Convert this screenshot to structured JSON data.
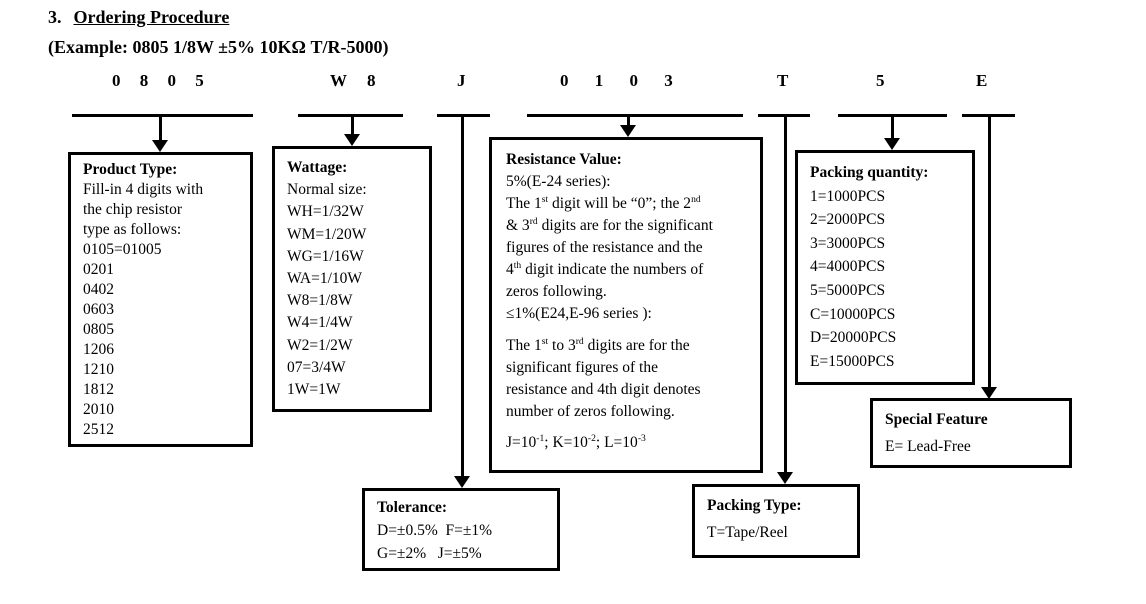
{
  "page": {
    "title_number": "3.",
    "title": "Ordering Procedure",
    "example": "(Example: 0805 1/8W ±5% 10KΩ T/R-5000)"
  },
  "code_segments": {
    "product": "0 8 0 5",
    "wattage": "W 8",
    "tolerance": "J",
    "resistance": "0 1 0 3",
    "packing_type": "T",
    "packing_quantity": "5",
    "special_feature": "E"
  },
  "boxes": {
    "product_type": {
      "title": "Product Type:",
      "lines": [
        "Fill-in 4 digits with",
        "the chip resistor",
        "type as follows:",
        "0105=01005",
        "0201",
        "0402",
        "0603",
        "0805",
        "1206",
        "1210",
        "1812",
        "2010",
        "2512"
      ]
    },
    "wattage": {
      "title": "Wattage:",
      "lines": [
        "Normal size:",
        "WH=1/32W",
        "WM=1/20W",
        "WG=1/16W",
        "WA=1/10W",
        "W8=1/8W",
        "W4=1/4W",
        "W2=1/2W",
        "07=3/4W",
        "1W=1W"
      ]
    },
    "resistance_value": {
      "title": "Resistance Value:",
      "para1": [
        "5%(E-24 series):",
        "The 1^{st} digit will be “0”; the 2^{nd}",
        "& 3^{rd} digits are for the significant",
        "figures of the resistance and the",
        "4^{th} digit indicate the numbers of",
        "zeros following.",
        "≤1%(E24,E-96 series ):"
      ],
      "para2": [
        "The 1^{st} to 3^{rd} digits are for the",
        "significant figures of the",
        "resistance and 4th digit denotes",
        "number of zeros following."
      ],
      "formula": "J=10^{-1}; K=10^{-2}; L=10^{-3}"
    },
    "packing_quantity": {
      "title": "Packing quantity:",
      "lines": [
        "1=1000PCS",
        "2=2000PCS",
        "3=3000PCS",
        "4=4000PCS",
        "5=5000PCS",
        "C=10000PCS",
        "D=20000PCS",
        "E=15000PCS"
      ]
    },
    "special_feature": {
      "title": "Special Feature",
      "lines": [
        "E= Lead-Free"
      ]
    },
    "tolerance": {
      "title": "Tolerance:",
      "lines": [
        "D=±0.5%  F=±1%",
        "G=±2%   J=±5%"
      ]
    },
    "packing_type": {
      "title": "Packing Type:",
      "lines": [
        "T=Tape/Reel"
      ]
    }
  }
}
